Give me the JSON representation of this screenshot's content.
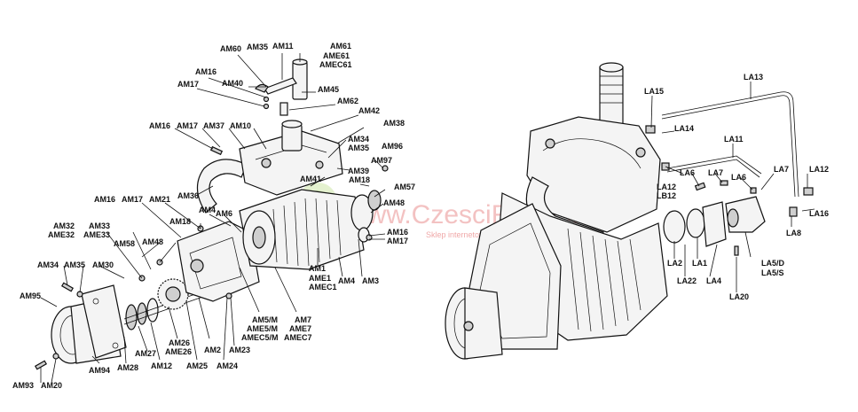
{
  "watermark": {
    "title": "www.CzesciRolnicze.pl",
    "subtitle": "Sklep internetowy"
  },
  "labels": [
    {
      "id": "AM61",
      "text": "AM61"
    },
    {
      "id": "AME61",
      "text": "AME61"
    },
    {
      "id": "AMEC61",
      "text": "AMEC61"
    },
    {
      "id": "AM60",
      "text": "AM60"
    },
    {
      "id": "AM35a",
      "text": "AM35"
    },
    {
      "id": "AM11",
      "text": "AM11"
    },
    {
      "id": "AM16a",
      "text": "AM16"
    },
    {
      "id": "AM17a",
      "text": "AM17"
    },
    {
      "id": "AM40",
      "text": "AM40"
    },
    {
      "id": "AM45",
      "text": "AM45"
    },
    {
      "id": "AM62",
      "text": "AM62"
    },
    {
      "id": "AM42",
      "text": "AM42"
    },
    {
      "id": "AM38",
      "text": "AM38"
    },
    {
      "id": "AM16b",
      "text": "AM16"
    },
    {
      "id": "AM17b",
      "text": "AM17"
    },
    {
      "id": "AM37",
      "text": "AM37"
    },
    {
      "id": "AM10",
      "text": "AM10"
    },
    {
      "id": "AM34a",
      "text": "AM34"
    },
    {
      "id": "AM35b",
      "text": "AM35"
    },
    {
      "id": "AM96",
      "text": "AM96"
    },
    {
      "id": "AM97",
      "text": "AM97"
    },
    {
      "id": "AM39",
      "text": "AM39"
    },
    {
      "id": "AM18a",
      "text": "AM18"
    },
    {
      "id": "AM41",
      "text": "AM41"
    },
    {
      "id": "AM57",
      "text": "AM57"
    },
    {
      "id": "AM36",
      "text": "AM36"
    },
    {
      "id": "AM48a",
      "text": "AM48"
    },
    {
      "id": "AM16c",
      "text": "AM16"
    },
    {
      "id": "AM17c",
      "text": "AM17"
    },
    {
      "id": "AM21",
      "text": "AM21"
    },
    {
      "id": "AM4a",
      "text": "AM4"
    },
    {
      "id": "AM6",
      "text": "AM6"
    },
    {
      "id": "AM18b",
      "text": "AM18"
    },
    {
      "id": "AM32",
      "text": "AM32"
    },
    {
      "id": "AME32",
      "text": "AME32"
    },
    {
      "id": "AM33",
      "text": "AM33"
    },
    {
      "id": "AME33",
      "text": "AME33"
    },
    {
      "id": "AM16d",
      "text": "AM16"
    },
    {
      "id": "AM17d",
      "text": "AM17"
    },
    {
      "id": "AM58",
      "text": "AM58"
    },
    {
      "id": "AM48b",
      "text": "AM48"
    },
    {
      "id": "AM34b",
      "text": "AM34"
    },
    {
      "id": "AM35c",
      "text": "AM35"
    },
    {
      "id": "AM30",
      "text": "AM30"
    },
    {
      "id": "AM1",
      "text": "AM1"
    },
    {
      "id": "AME1",
      "text": "AME1"
    },
    {
      "id": "AMEC1",
      "text": "AMEC1"
    },
    {
      "id": "AM4b",
      "text": "AM4"
    },
    {
      "id": "AM3",
      "text": "AM3"
    },
    {
      "id": "AM95",
      "text": "AM95"
    },
    {
      "id": "AM5M",
      "text": "AM5/M"
    },
    {
      "id": "AME5M",
      "text": "AME5/M"
    },
    {
      "id": "AMEC5M",
      "text": "AMEC5/M"
    },
    {
      "id": "AM7",
      "text": "AM7"
    },
    {
      "id": "AME7",
      "text": "AME7"
    },
    {
      "id": "AMEC7",
      "text": "AMEC7"
    },
    {
      "id": "AM27",
      "text": "AM27"
    },
    {
      "id": "AM26",
      "text": "AM26"
    },
    {
      "id": "AME26",
      "text": "AME26"
    },
    {
      "id": "AM2",
      "text": "AM2"
    },
    {
      "id": "AM23",
      "text": "AM23"
    },
    {
      "id": "AM94",
      "text": "AM94"
    },
    {
      "id": "AM28",
      "text": "AM28"
    },
    {
      "id": "AM12",
      "text": "AM12"
    },
    {
      "id": "AM25",
      "text": "AM25"
    },
    {
      "id": "AM24",
      "text": "AM24"
    },
    {
      "id": "AM93",
      "text": "AM93"
    },
    {
      "id": "AM20",
      "text": "AM20"
    },
    {
      "id": "LA13",
      "text": "LA13"
    },
    {
      "id": "LA15",
      "text": "LA15"
    },
    {
      "id": "LA14",
      "text": "LA14"
    },
    {
      "id": "LA11",
      "text": "LA11"
    },
    {
      "id": "LA7a",
      "text": "LA7"
    },
    {
      "id": "LA12a",
      "text": "LA12"
    },
    {
      "id": "LA6a",
      "text": "LA6"
    },
    {
      "id": "LA7b",
      "text": "LA7"
    },
    {
      "id": "LA6b",
      "text": "LA6"
    },
    {
      "id": "LA12b",
      "text": "LA12"
    },
    {
      "id": "LB12",
      "text": "LB12"
    },
    {
      "id": "LA16",
      "text": "LA16"
    },
    {
      "id": "LA8",
      "text": "LA8"
    },
    {
      "id": "LA2",
      "text": "LA2"
    },
    {
      "id": "LA1",
      "text": "LA1"
    },
    {
      "id": "LA5D",
      "text": "LA5/D"
    },
    {
      "id": "LA5S",
      "text": "LA5/S"
    },
    {
      "id": "LA22",
      "text": "LA22"
    },
    {
      "id": "LA4",
      "text": "LA4"
    },
    {
      "id": "LA20",
      "text": "LA20"
    }
  ]
}
